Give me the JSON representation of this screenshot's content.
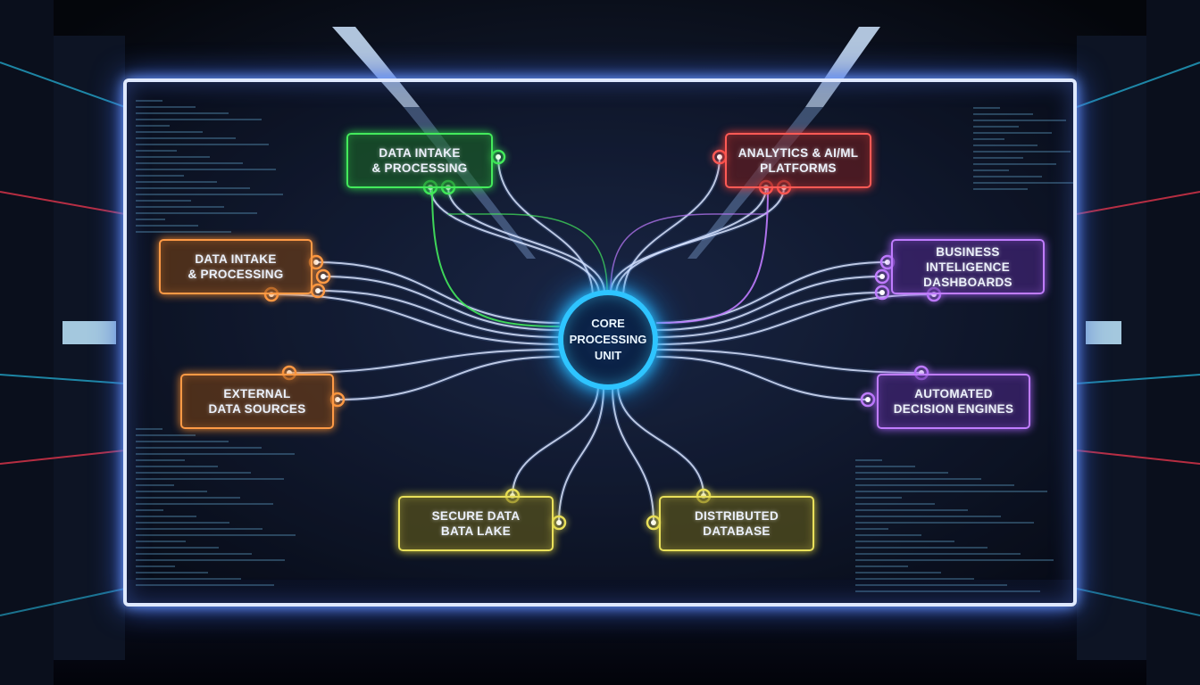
{
  "core": {
    "label": "CORE\nPROCESSING\nUNIT",
    "color": "#2ec4ff"
  },
  "nodes": [
    {
      "id": "data-intake-top",
      "label": "DATA INTAKE\n& PROCESSING",
      "color": "#44ea5c"
    },
    {
      "id": "analytics-ai-ml",
      "label": "ANALYTICS & AI/ML\nPLATFORMS",
      "color": "#ff5a55"
    },
    {
      "id": "data-intake-left",
      "label": "DATA INTAKE\n& PROCESSING",
      "color": "#ff9a45"
    },
    {
      "id": "business-intelligence",
      "label": "BUSINESS INTELIGENCE\nDASHBOARDS",
      "color": "#c07cff"
    },
    {
      "id": "external-sources",
      "label": "EXTERNAL\nDATA SOURCES",
      "color": "#ff9a45"
    },
    {
      "id": "automated-decision",
      "label": "AUTOMATED\nDECISION ENGINES",
      "color": "#c07cff"
    },
    {
      "id": "secure-data-lake",
      "label": "SECURE DATA\nBATA LAKE",
      "color": "#e9e05a"
    },
    {
      "id": "distributed-database",
      "label": "DISTRIBUTED\nDATABASE",
      "color": "#e9e05a"
    }
  ],
  "link_color": "#e6ecff"
}
